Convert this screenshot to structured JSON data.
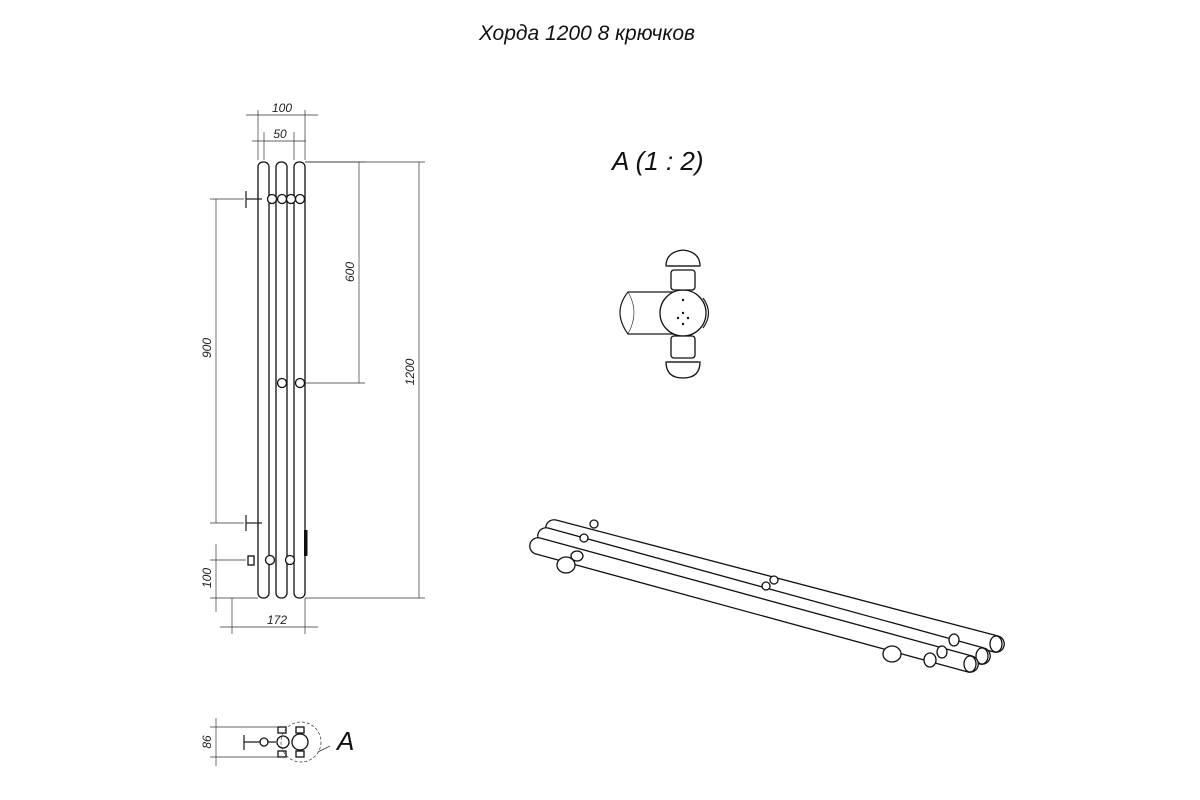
{
  "title": "Хорда 1200 8 крючков",
  "detail_label": "A (1 : 2)",
  "callout_label": "A",
  "dimensions": {
    "d100_top": "100",
    "d50": "50",
    "d600": "600",
    "d1200": "1200",
    "d900": "900",
    "d100_bottom": "100",
    "d172": "172",
    "d86": "86"
  }
}
